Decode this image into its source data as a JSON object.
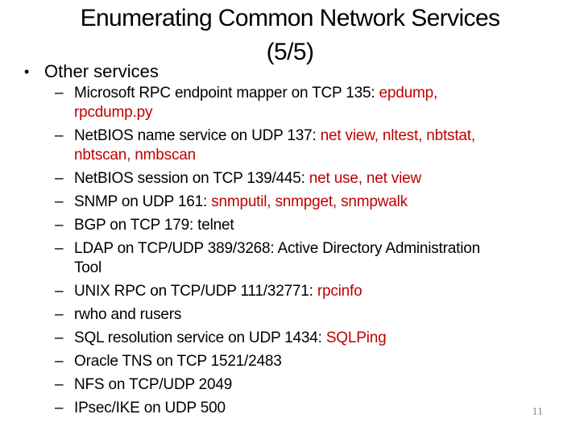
{
  "slide": {
    "title_line1": "Enumerating Common Network Services",
    "title_line2": "(5/5)",
    "bullet": {
      "marker": "•",
      "label": "Other services"
    },
    "list": {
      "dash": "–",
      "items": [
        {
          "lines": [
            [
              {
                "t": "Microsoft RPC endpoint mapper on TCP 135: ",
                "c": "text"
              },
              {
                "t": "epdump,",
                "c": "accent"
              }
            ],
            [
              {
                "t": "rpcdump.py",
                "c": "accent"
              }
            ]
          ]
        },
        {
          "lines": [
            [
              {
                "t": "NetBIOS name service on UDP 137: ",
                "c": "text"
              },
              {
                "t": "net view, nltest, nbtstat,",
                "c": "accent"
              }
            ],
            [
              {
                "t": "nbtscan, nmbscan",
                "c": "accent"
              }
            ]
          ]
        },
        {
          "lines": [
            [
              {
                "t": "NetBIOS session on TCP 139/445: ",
                "c": "text"
              },
              {
                "t": "net use, net view",
                "c": "accent"
              }
            ]
          ]
        },
        {
          "lines": [
            [
              {
                "t": "SNMP on UDP 161: ",
                "c": "text"
              },
              {
                "t": "snmputil, snmpget, snmpwalk",
                "c": "accent"
              }
            ]
          ]
        },
        {
          "lines": [
            [
              {
                "t": "BGP on TCP 179: telnet",
                "c": "text"
              }
            ]
          ]
        },
        {
          "lines": [
            [
              {
                "t": "LDAP on TCP/UDP 389/3268: Active Directory Administration",
                "c": "text"
              }
            ],
            [
              {
                "t": "Tool",
                "c": "text"
              }
            ]
          ]
        },
        {
          "lines": [
            [
              {
                "t": "UNIX RPC on TCP/UDP 111/32771: ",
                "c": "text"
              },
              {
                "t": "rpcinfo",
                "c": "accent"
              }
            ]
          ]
        },
        {
          "lines": [
            [
              {
                "t": "rwho and rusers",
                "c": "text"
              }
            ]
          ]
        },
        {
          "lines": [
            [
              {
                "t": "SQL resolution service on UDP 1434: ",
                "c": "text"
              },
              {
                "t": "SQLPing",
                "c": "accent"
              }
            ]
          ]
        },
        {
          "lines": [
            [
              {
                "t": "Oracle TNS on TCP 1521/2483",
                "c": "text"
              }
            ]
          ]
        },
        {
          "lines": [
            [
              {
                "t": "NFS on TCP/UDP 2049",
                "c": "text"
              }
            ]
          ]
        },
        {
          "lines": [
            [
              {
                "t": "IPsec/IKE on UDP 500",
                "c": "text"
              }
            ]
          ]
        }
      ]
    },
    "page_number": "11"
  },
  "colors": {
    "background": "#ffffff",
    "text": "#000000",
    "accent": "#c00000",
    "page_number": "#8a8a8a"
  }
}
